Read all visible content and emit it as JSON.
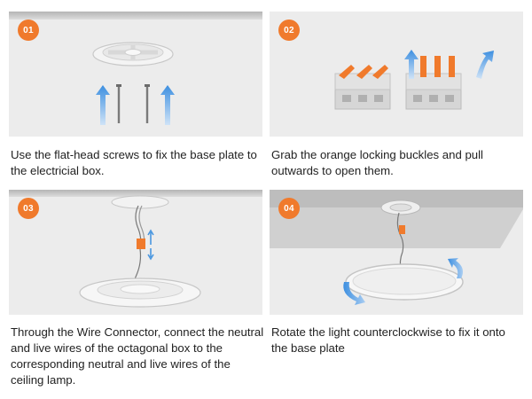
{
  "steps": [
    {
      "number": "01",
      "caption": "Use the flat-head screws to fix the base plate to the electricial box."
    },
    {
      "number": "02",
      "caption": "Grab the orange locking buckles and pull outwards to open them."
    },
    {
      "number": "03",
      "caption": "Through the Wire Connector, connect the neutral and live wires of the octagonal box to the corresponding neutral and live wires of the ceiling lamp."
    },
    {
      "number": "04",
      "caption": "Rotate the light counterclockwise to fix it onto the base plate"
    }
  ],
  "colors": {
    "accent": "#f07a2c",
    "arrow": "#4a97e0",
    "panel": "#ececec"
  }
}
